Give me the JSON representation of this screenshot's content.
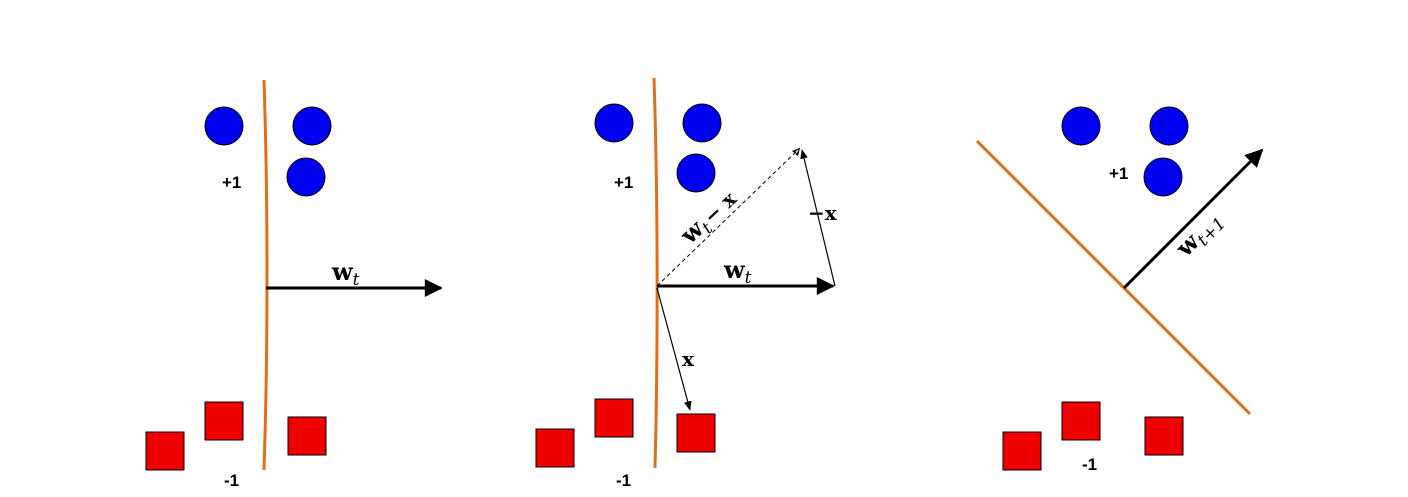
{
  "colors": {
    "positive": "#0000ee",
    "negative": "#ee0000",
    "boundary": "#e07018",
    "vector": "#000000"
  },
  "panels": [
    {
      "plus_label": "+1",
      "minus_label": "-1",
      "w_label": {
        "main": "w",
        "sub": "t"
      }
    },
    {
      "plus_label": "+1",
      "minus_label": "-1",
      "w_label": {
        "main": "w",
        "sub": "t"
      },
      "diff_label": {
        "main": "w",
        "sub": "t",
        "suffix": "− x"
      },
      "neg_x_label": "−x",
      "x_label": "x"
    },
    {
      "plus_label": "+1",
      "minus_label": "-1",
      "w_label": {
        "main": "w",
        "sub": "t+1"
      }
    }
  ]
}
